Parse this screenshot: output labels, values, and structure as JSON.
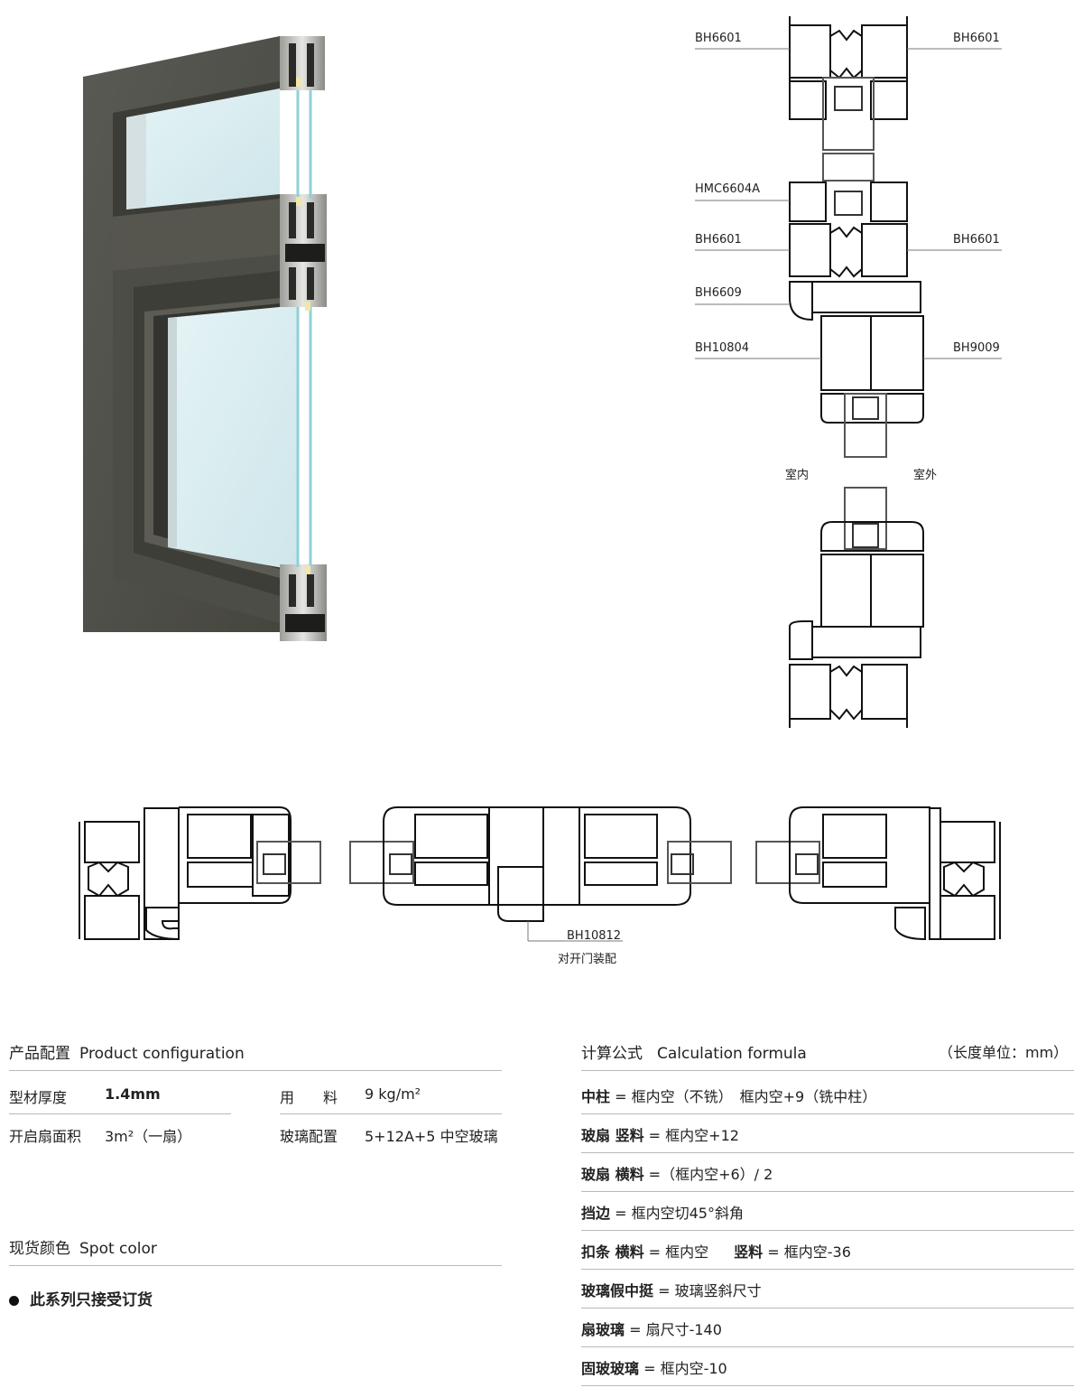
{
  "diagram": {
    "vertical_labels": {
      "top_left": "BH6601",
      "top_right": "BH6601",
      "hmc": "HMC6604A",
      "mid_left": "BH6601",
      "mid_right": "BH6601",
      "bh6609": "BH6609",
      "bh10804": "BH10804",
      "bh9009": "BH9009"
    },
    "indoor": "室内",
    "outdoor": "室外",
    "horizontal_labels": {
      "center_part": "BH10812",
      "center_caption": "对开门装配"
    }
  },
  "product_config": {
    "title_cn": "产品配置",
    "title_en": "Product configuration",
    "rows": [
      {
        "label": "型材厚度",
        "value": "1.4mm",
        "label2": "用　　料",
        "value2": "9 kg/m²"
      },
      {
        "label": "开启扇面积",
        "value": "3m²（一扇）",
        "label2": "玻璃配置",
        "value2": "5+12A+5 中空玻璃"
      }
    ]
  },
  "spot_color": {
    "title_cn": "现货颜色",
    "title_en": "Spot color",
    "note": "此系列只接受订货"
  },
  "formula": {
    "title_cn": "计算公式",
    "title_en": "Calculation formula",
    "unit": "（长度单位：mm）",
    "rows": [
      {
        "k1": "中柱",
        "v1": "= 框内空（不铣）　框内空+9（铣中柱）"
      },
      {
        "k1": "玻扇 竖料",
        "v1": "= 框内空+12"
      },
      {
        "k1": "玻扇 横料",
        "v1": "=（框内空+6）/ 2"
      },
      {
        "k1": "挡边",
        "v1": "= 框内空切45°斜角"
      },
      {
        "k1": "扣条 横料",
        "v1": "= 框内空",
        "k2": "竖料",
        "v2": "= 框内空-36"
      },
      {
        "k1": "玻璃假中挺",
        "v1": "= 玻璃竖斜尺寸"
      },
      {
        "k1": "扇玻璃",
        "v1": "= 扇尺寸-140"
      },
      {
        "k1": "固玻玻璃",
        "v1": "= 框内空-10"
      }
    ]
  }
}
